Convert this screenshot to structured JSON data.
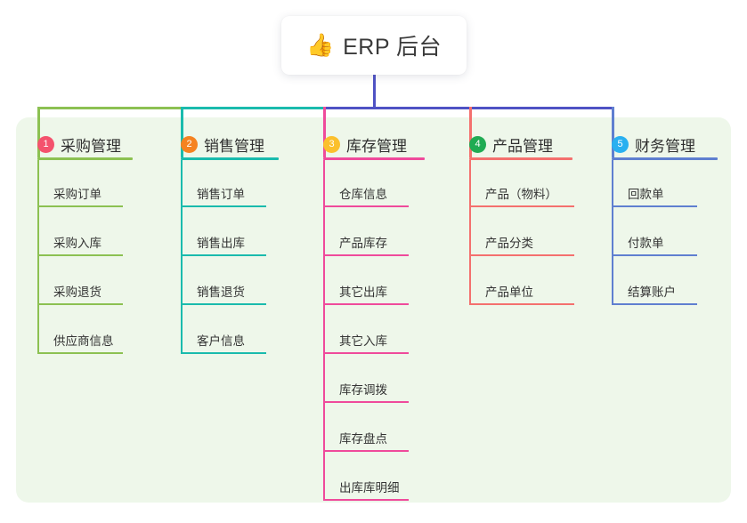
{
  "root": {
    "icon": "thumbs-up-emoji",
    "emoji": "👍",
    "title": "ERP 后台"
  },
  "theme": {
    "panel_bg": "#eef7ea",
    "card_bg": "#ffffff",
    "stem_color": "#4f52c4",
    "text_color": "#333333"
  },
  "columns": [
    {
      "number": "1",
      "title": "采购管理",
      "badge_color": "#f4526d",
      "accent": "#8cc152",
      "items": [
        {
          "label": "采购订单"
        },
        {
          "label": "采购入库"
        },
        {
          "label": "采购退货"
        },
        {
          "label": "供应商信息"
        }
      ]
    },
    {
      "number": "2",
      "title": "销售管理",
      "badge_color": "#f58220",
      "accent": "#1abbad",
      "items": [
        {
          "label": "销售订单"
        },
        {
          "label": "销售出库"
        },
        {
          "label": "销售退货"
        },
        {
          "label": "客户信息"
        }
      ]
    },
    {
      "number": "3",
      "title": "库存管理",
      "badge_color": "#fbc02d",
      "accent": "#ef4a9b",
      "items": [
        {
          "label": "仓库信息"
        },
        {
          "label": "产品库存"
        },
        {
          "label": "其它出库"
        },
        {
          "label": "其它入库"
        },
        {
          "label": "库存调拨"
        },
        {
          "label": "库存盘点"
        },
        {
          "label": "出库库明细"
        }
      ]
    },
    {
      "number": "4",
      "title": "产品管理",
      "badge_color": "#20ab53",
      "accent": "#f4706e",
      "items": [
        {
          "label": "产品（物料）"
        },
        {
          "label": "产品分类"
        },
        {
          "label": "产品单位"
        }
      ]
    },
    {
      "number": "5",
      "title": "财务管理",
      "badge_color": "#29b0f0",
      "accent": "#5f7fd0",
      "items": [
        {
          "label": "回款单"
        },
        {
          "label": "付款单"
        },
        {
          "label": "结算账户"
        }
      ]
    }
  ]
}
